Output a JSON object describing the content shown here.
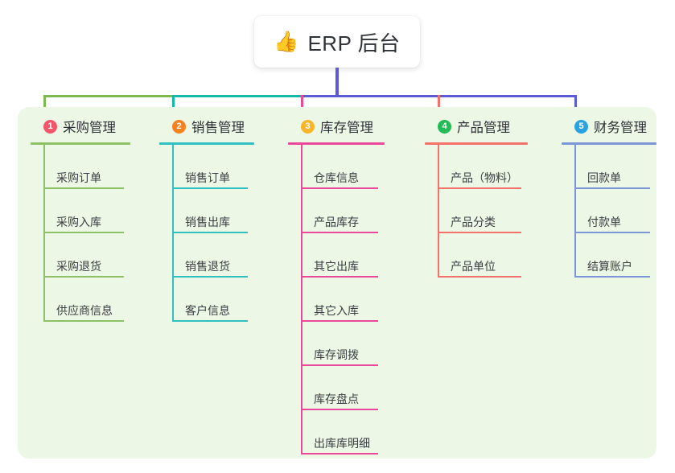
{
  "page": {
    "background": "#ffffff",
    "panel_background": "#edf7e6"
  },
  "root": {
    "icon": "thumbs-up-icon",
    "icon_glyph": "👍",
    "title": "ERP 后台",
    "stem_color": "#5b5bd6"
  },
  "connector": {
    "segments": [
      {
        "name": "segment-green",
        "color": "#7cbb4b"
      },
      {
        "name": "segment-teal",
        "color": "#14b8a6"
      },
      {
        "name": "segment-indigo",
        "color": "#5b5bd6"
      }
    ]
  },
  "columns": [
    {
      "index": "1",
      "title": "采购管理",
      "badge_color": "#f3566b",
      "line_color": "#8cc265",
      "drop_color": "#7cbb4b",
      "items": [
        "采购订单",
        "采购入库",
        "采购退货",
        "供应商信息"
      ]
    },
    {
      "index": "2",
      "title": "销售管理",
      "badge_color": "#f58220",
      "line_color": "#2fc1c1",
      "drop_color": "#14b8a6",
      "items": [
        "销售订单",
        "销售出库",
        "销售退货",
        "客户信息"
      ]
    },
    {
      "index": "3",
      "title": "库存管理",
      "badge_color": "#f7b52a",
      "line_color": "#ec4899",
      "drop_color": "#ec4899",
      "items": [
        "仓库信息",
        "产品库存",
        "其它出库",
        "其它入库",
        "库存调拨",
        "库存盘点",
        "出库库明细"
      ]
    },
    {
      "index": "4",
      "title": "产品管理",
      "badge_color": "#22bb55",
      "line_color": "#f4706b",
      "drop_color": "#f4706b",
      "items": [
        "产品（物料）",
        "产品分类",
        "产品单位"
      ]
    },
    {
      "index": "5",
      "title": "财务管理",
      "badge_color": "#29a3e0",
      "line_color": "#7b95d6",
      "drop_color": "#5b5bd6",
      "items": [
        "回款单",
        "付款单",
        "结算账户"
      ]
    }
  ]
}
